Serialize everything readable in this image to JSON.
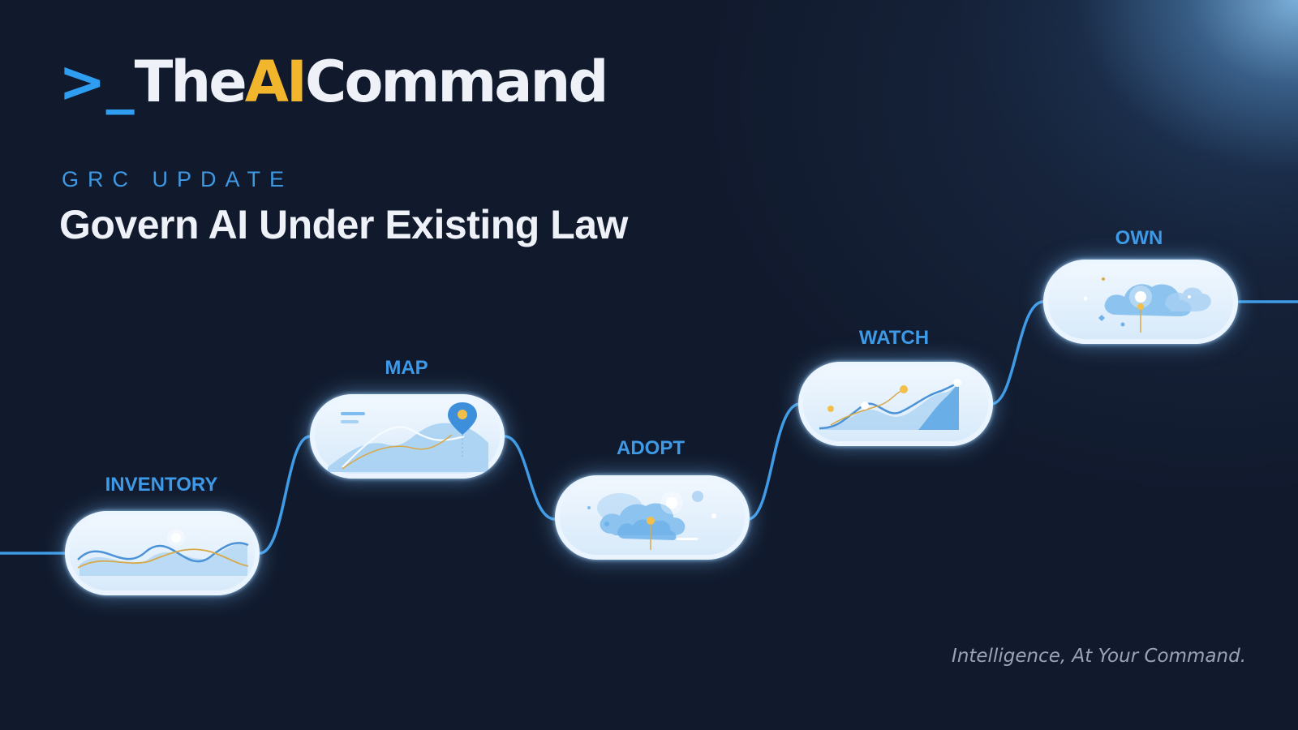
{
  "brand": {
    "prompt": ">_",
    "the": "The",
    "ai": "AI",
    "command": "Command"
  },
  "eyebrow": "GRC UPDATE",
  "headline": "Govern AI Under Existing Law",
  "tagline": "Intelligence, At Your Command.",
  "stages": [
    {
      "label": "INVENTORY",
      "icon": "wave-icon"
    },
    {
      "label": "MAP",
      "icon": "map-chart-icon"
    },
    {
      "label": "ADOPT",
      "icon": "cloud-icon"
    },
    {
      "label": "WATCH",
      "icon": "trend-chart-icon"
    },
    {
      "label": "OWN",
      "icon": "cloud-icon"
    }
  ],
  "colors": {
    "background": "#111a2d",
    "accent_blue": "#3e9ae6",
    "accent_gold": "#f2b62c",
    "pill_fill": "#e3f0fc"
  }
}
